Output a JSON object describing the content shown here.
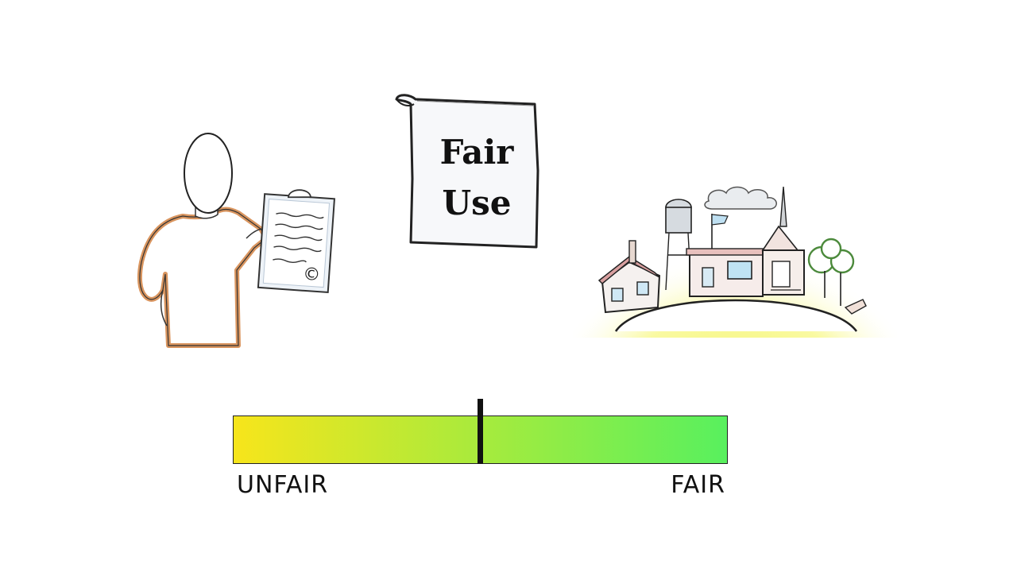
{
  "scroll": {
    "line1": "Fair",
    "line2": "Use"
  },
  "scale": {
    "left_label": "UNFAIR",
    "right_label": "FAIR",
    "position": 0.5,
    "gradient_start": "#f7e51b",
    "gradient_end": "#58f05e"
  },
  "document": {
    "symbol": "©"
  },
  "colors": {
    "shirt_outline": "#d9955f",
    "town_glow": "#f3f44a",
    "ink": "#222222"
  }
}
